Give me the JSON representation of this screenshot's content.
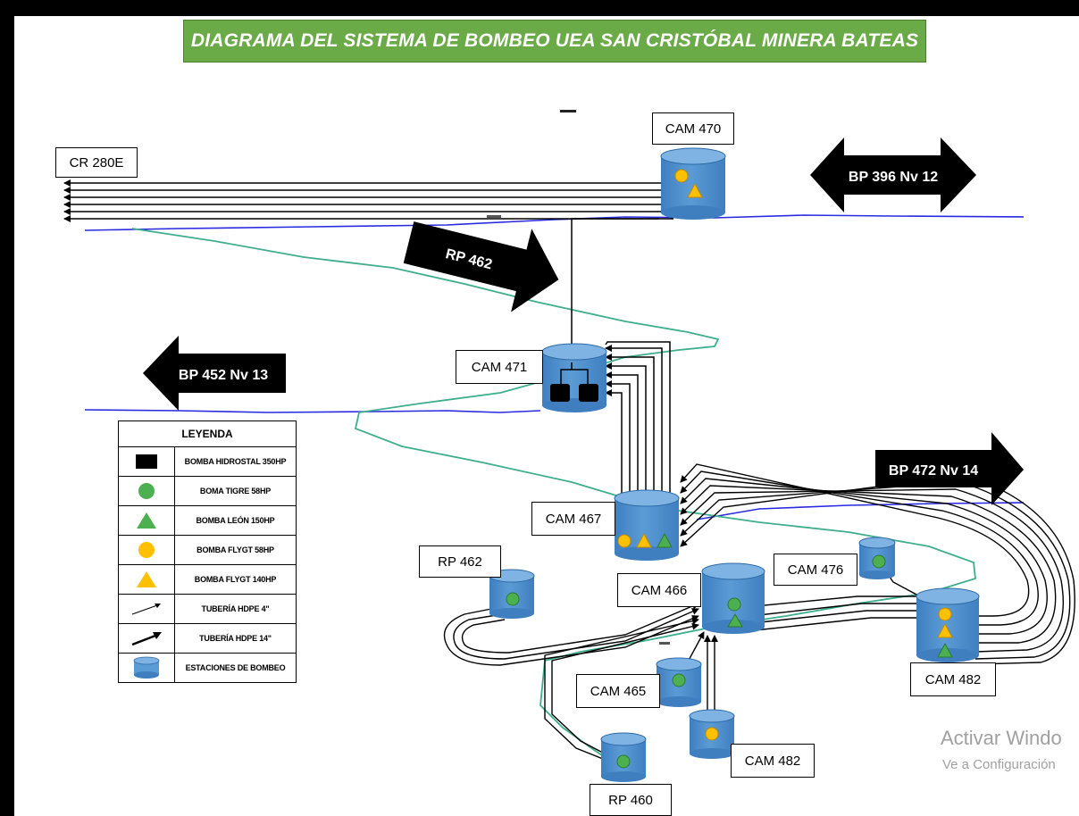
{
  "title": "DIAGRAMA DEL SISTEMA DE BOMBEO UEA SAN CRISTÓBAL MINERA BATEAS",
  "labels": {
    "cam470": "CAM 470",
    "cr280e": "CR 280E",
    "cam471": "CAM 471",
    "cam467": "CAM 467",
    "rp462_left": "RP 462",
    "cam466": "CAM 466",
    "cam476": "CAM 476",
    "cam482_right": "CAM 482",
    "cam465": "CAM 465",
    "cam482_bottom": "CAM 482",
    "rp460": "RP 460"
  },
  "arrows": {
    "bp396": "BP 396 Nv 12",
    "rp462": "RP 462",
    "bp452": "BP 452 Nv 13",
    "bp472": "BP 472 Nv 14"
  },
  "legend": {
    "title": "LEYENDA",
    "items": [
      {
        "symbol": "black-square",
        "label": "BOMBA HIDROSTAL 350HP"
      },
      {
        "symbol": "green-circle",
        "label": "BOMA TIGRE 58HP"
      },
      {
        "symbol": "green-triangle",
        "label": "BOMBA LEÓN 150HP"
      },
      {
        "symbol": "yellow-circle",
        "label": "BOMBA FLYGT 58HP"
      },
      {
        "symbol": "yellow-triangle",
        "label": "BOMBA FLYGT 140HP"
      },
      {
        "symbol": "thin-arrow",
        "label": "TUBERÍA HDPE 4\""
      },
      {
        "symbol": "thick-arrow",
        "label": "TUBERÍA HDPE 14\""
      },
      {
        "symbol": "blue-cylinder",
        "label": "ESTACIONES DE BOMBEO"
      }
    ]
  },
  "watermark": {
    "line1": "Activar Windo",
    "line2": "Ve a Configuración"
  },
  "colors": {
    "title_bg": "#6aaa47",
    "station_blue": "#5b9bd5",
    "level_line": "#2a2ae0",
    "ramp_line": "#3fae8e",
    "pump_green": "#4caf50",
    "pump_yellow": "#ffc000"
  }
}
